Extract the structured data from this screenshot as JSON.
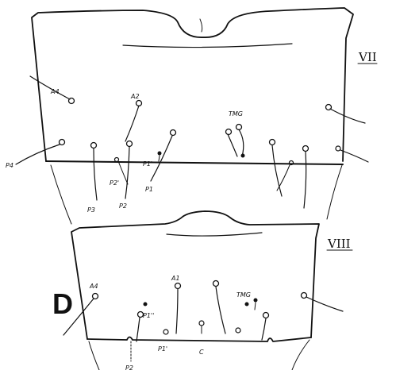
{
  "figure": {
    "panel_letter": "D",
    "segments": [
      {
        "id": "vii",
        "label": "VII"
      },
      {
        "id": "viii",
        "label": "VIII"
      }
    ],
    "setae_labels": {
      "vii": {
        "a4": "A4",
        "a2": "A2",
        "tmg": "TMG",
        "p4": "P4",
        "p3": "P3",
        "p2": "P2",
        "p2prime": "P2'",
        "p1": "P1",
        "p1prime": "P1'"
      },
      "viii": {
        "a4": "A4",
        "a1": "A1",
        "tmg": "TMG",
        "p1dprime": "P1''",
        "p1prime": "P1'",
        "c": "C",
        "p2": "P2"
      }
    }
  }
}
